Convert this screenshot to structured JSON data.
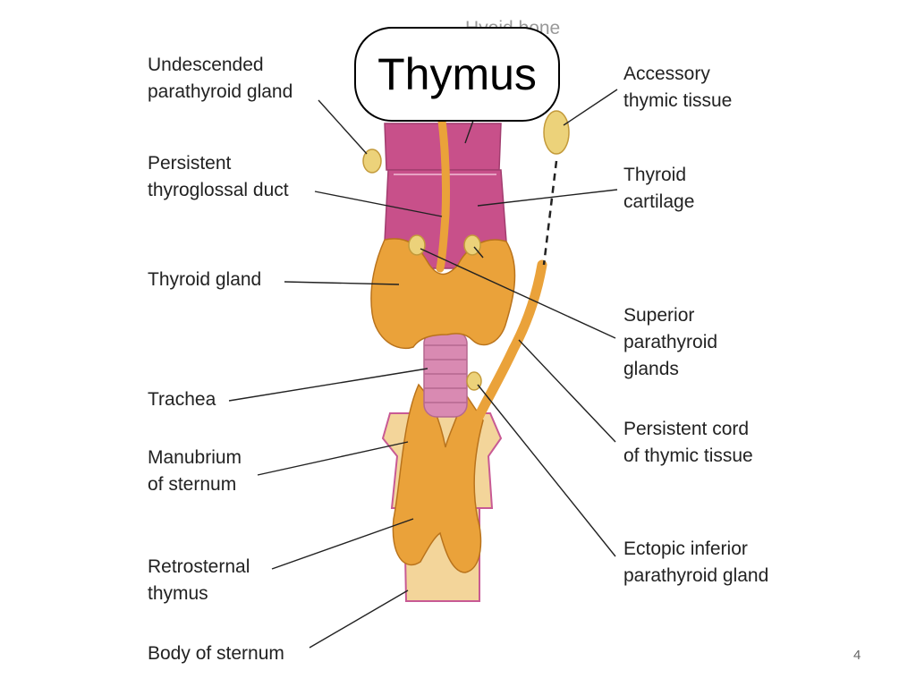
{
  "title": "Thymus",
  "page_number": "4",
  "labels": {
    "hyoid_bone": "Hyoid bone",
    "undescended_parathyroid": "Undescended\nparathyroid gland",
    "persistent_thyroglossal": "Persistent\nthyroglossal duct",
    "thyroid_gland": "Thyroid gland",
    "trachea": "Trachea",
    "manubrium": "Manubrium\nof sternum",
    "retrosternal_thymus": "Retrosternal\nthymus",
    "body_of_sternum": "Body of sternum",
    "accessory_thymic": "Accessory\nthymic tissue",
    "thyroid_cartilage": "Thyroid\ncartilage",
    "superior_parathyroid": "Superior\nparathyroid\nglands",
    "persistent_cord": "Persistent cord\nof thymic tissue",
    "ectopic_inferior": "Ectopic inferior\nparathyroid gland"
  },
  "colors": {
    "thyroid_orange": "#eaa23a",
    "cartilage_magenta": "#c8508a",
    "trachea_pink": "#d98ab2",
    "sternum_tan": "#f3d59a",
    "gland_yellow": "#ecd27a"
  }
}
